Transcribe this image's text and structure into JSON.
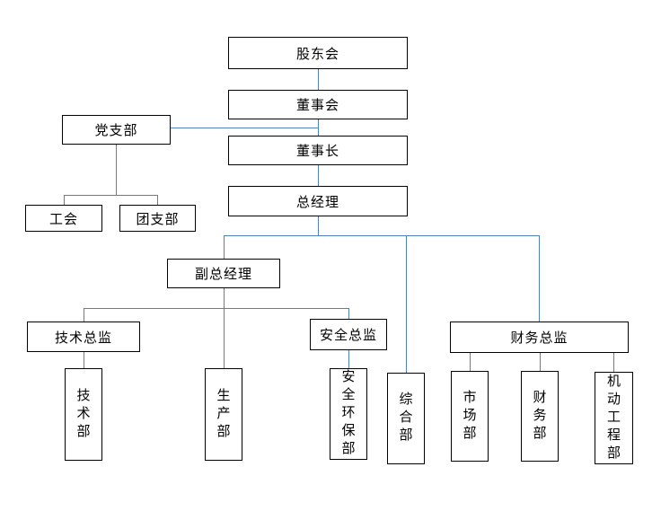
{
  "diagram": {
    "type": "org-chart",
    "background": "#ffffff",
    "colors": {
      "connector": "#4f81bd",
      "box_border": "#000000",
      "box_fill": "#ffffff",
      "text": "#000000"
    }
  },
  "nodes": {
    "shareholders": "股东会",
    "board": "董事会",
    "party_branch": "党支部",
    "chairman": "董事长",
    "general_manager": "总经理",
    "labor_union": "工会",
    "youth_league": "团支部",
    "deputy_gm": "副总经理",
    "tech_director": "技术总监",
    "safety_director": "安全总监",
    "finance_director": "财务总监",
    "tech_dept": "技术部",
    "production_dept": "生产部",
    "safety_env_dept": "安全环保部",
    "general_dept": "综合部",
    "marketing_dept": "市场部",
    "finance_dept": "财务部",
    "mech_eng_dept": "机动工程部"
  },
  "structure": {
    "股东会": [
      "董事会"
    ],
    "董事会": [
      "董事长"
    ],
    "董事长": [
      "总经理"
    ],
    "党支部": [
      "工会",
      "团支部"
    ],
    "总经理": [
      "副总经理",
      "综合部",
      "财务总监"
    ],
    "副总经理": [
      "技术总监",
      "生产部",
      "安全总监"
    ],
    "技术总监": [
      "技术部"
    ],
    "安全总监": [
      "安全环保部"
    ],
    "财务总监": [
      "市场部",
      "财务部",
      "机动工程部"
    ]
  },
  "lateral_link": {
    "from": "党支部",
    "to_line_between": [
      "董事会",
      "董事长"
    ]
  }
}
